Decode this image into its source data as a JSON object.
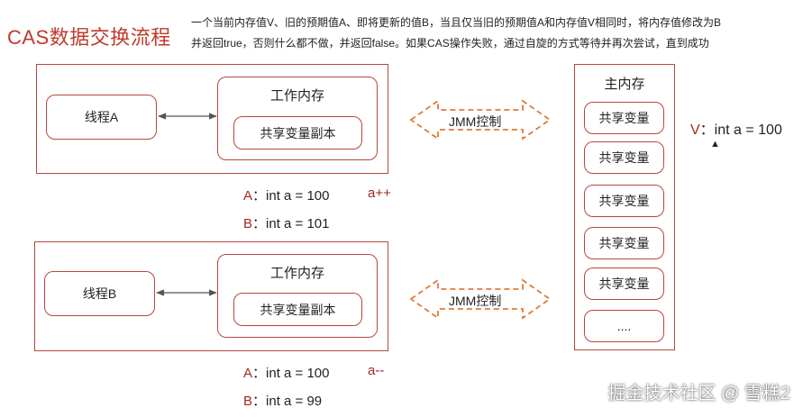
{
  "title": "CAS数据交换流程",
  "description": "一个当前内存值V、旧的预期值A、即将更新的值B，当且仅当旧的预期值A和内存值V相同时，将内存值修改为B并返回true，否则什么都不做，并返回false。如果CAS操作失败，通过自旋的方式等待并再次尝试，直到成功",
  "threadA": {
    "name": "线程A",
    "work_memory_label": "工作内存",
    "copy_label": "共享变量副本",
    "A_label": "A",
    "A_value": "：int a = 100",
    "op": "a++",
    "B_label": "B",
    "B_value": "：int a = 101"
  },
  "threadB": {
    "name": "线程B",
    "work_memory_label": "工作内存",
    "copy_label": "共享变量副本",
    "A_label": "A",
    "A_value": "：int a = 100",
    "op": "a--",
    "B_label": "B",
    "B_value": "：int a = 99"
  },
  "jmm_label_top": "JMM控制",
  "jmm_label_bottom": "JMM控制",
  "main_memory": {
    "title": "主内存",
    "items": [
      "共享变量",
      "共享变量",
      "共享变量",
      "共享变量",
      "共享变量",
      "...."
    ]
  },
  "V_label": "V",
  "V_value": "：int a = 100",
  "watermark": "掘金技术社区 @ 雪糕2",
  "colors": {
    "accent": "#b5483f",
    "title": "#c0392b"
  }
}
